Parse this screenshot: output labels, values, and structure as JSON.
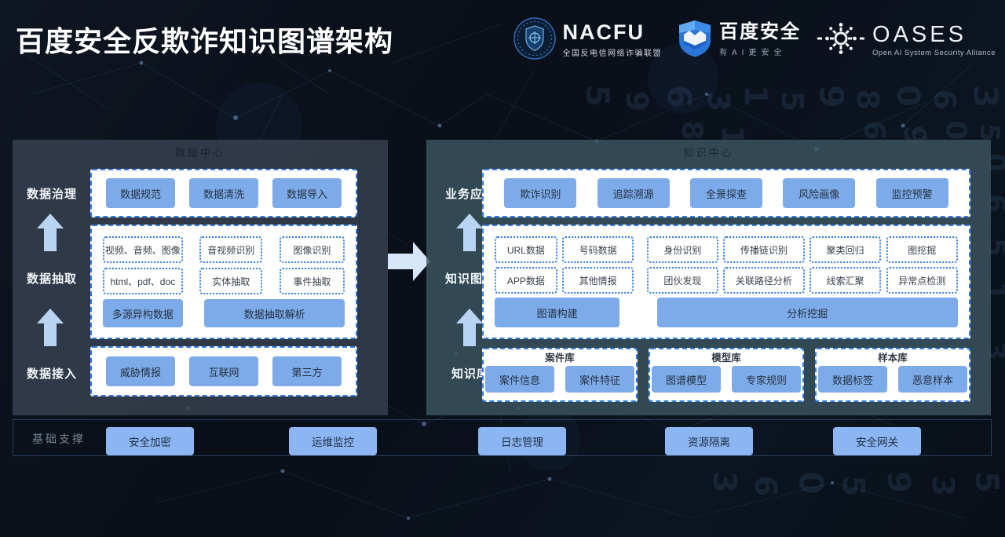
{
  "title": "百度安全反欺诈知识图谱架构",
  "logos": {
    "nacfu": {
      "name": "NACFU",
      "subtitle": "全国反电信网络诈骗联盟"
    },
    "baidu": {
      "name": "百度安全",
      "subtitle": "有AI更安全"
    },
    "oases": {
      "name": "OASES",
      "subtitle": "Open AI System Security Alliance"
    }
  },
  "left_panel": {
    "title": "数据中心",
    "rows": {
      "governance": {
        "label": "数据治理",
        "boxes": [
          "数据规范",
          "数据清洗",
          "数据导入"
        ]
      },
      "extraction": {
        "label": "数据抽取",
        "dotted": [
          "视频、音频、图像",
          "音视频识别",
          "图像识别",
          "html、pdf、doc",
          "实体抽取",
          "事件抽取"
        ],
        "solid": [
          "多源异构数据",
          "数据抽取解析"
        ]
      },
      "access": {
        "label": "数据接入",
        "boxes": [
          "威胁情报",
          "互联网",
          "第三方"
        ]
      }
    }
  },
  "right_panel": {
    "title": "知识中心",
    "rows": {
      "application": {
        "label": "业务应用",
        "boxes": [
          "欺诈识别",
          "追踪溯源",
          "全景探查",
          "风险画像",
          "监控预警"
        ]
      },
      "graph": {
        "label": "知识图谱",
        "dotted_row1": [
          "URL数据",
          "号码数据",
          "身份识别",
          "传播链识别",
          "聚类回归",
          "图挖掘"
        ],
        "dotted_row2": [
          "APP数据",
          "其他情报",
          "团伙发现",
          "关联路径分析",
          "线索汇聚",
          "异常点检测"
        ],
        "solid": [
          "图谱构建",
          "分析挖掘"
        ]
      },
      "knowledge_base": {
        "label": "知识库",
        "groups": [
          {
            "title": "案件库",
            "boxes": [
              "案件信息",
              "案件特征"
            ]
          },
          {
            "title": "模型库",
            "boxes": [
              "图谱模型",
              "专家规则"
            ]
          },
          {
            "title": "样本库",
            "boxes": [
              "数据标签",
              "恶意样本"
            ]
          }
        ]
      }
    }
  },
  "support_bar": {
    "label": "基础支撑",
    "boxes": [
      "安全加密",
      "运维监控",
      "日志管理",
      "资源隔离",
      "安全网关"
    ]
  },
  "colors": {
    "accent_blue": "#2f7be0",
    "node_blue": "#7dabe9",
    "support_node_blue": "#8cb6f1",
    "arrow_light_blue": "#b9d4f3"
  },
  "decor": {
    "digits": [
      "5",
      "9",
      "6",
      "3",
      "1",
      "5",
      "9",
      "8",
      "0",
      "6",
      "3",
      "8",
      "1",
      "6",
      "9",
      "0",
      "5",
      "3",
      "6",
      "0",
      "5",
      "9",
      "3",
      "5",
      "0",
      "6",
      "5",
      "1",
      "3"
    ]
  }
}
